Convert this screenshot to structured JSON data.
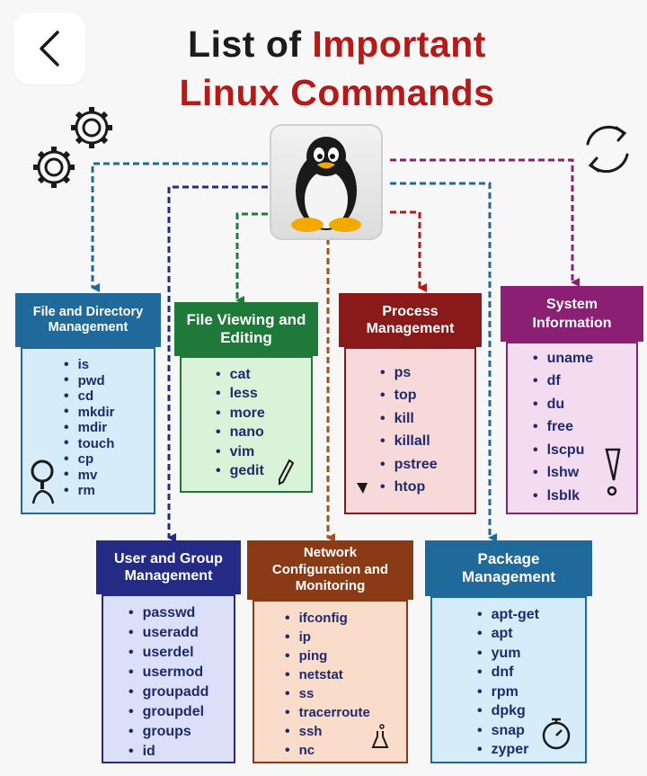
{
  "title": {
    "line1_a": "List of ",
    "line1_b": "Important",
    "line2": "Linux Commands"
  },
  "icons": {
    "back": "chevron-left-icon",
    "gears": "gears-icon",
    "refresh": "refresh-icon",
    "center": "linux-penguin-logo"
  },
  "colors": {
    "title_red": "#b31a1a",
    "file_dir": "#1f6a9a",
    "file_view": "#1f7a3a",
    "process": "#8a1a1a",
    "sysinfo": "#8a1f74",
    "user_group": "#232b85",
    "network": "#8a3b16",
    "package": "#1f6a9a"
  },
  "sections": {
    "file_dir": {
      "title": "File and Directory Management",
      "items": [
        "is",
        "pwd",
        "cd",
        "mkdir",
        "mdir",
        "touch",
        "cp",
        "mv",
        "rm"
      ]
    },
    "file_view": {
      "title": "File Viewing and Editing",
      "items": [
        "cat",
        "less",
        "more",
        "nano",
        "vim",
        "gedit"
      ]
    },
    "process": {
      "title": "Process Management",
      "items": [
        "ps",
        "top",
        "kill",
        "killall",
        "pstree",
        "htop"
      ]
    },
    "sysinfo": {
      "title": "System Information",
      "items": [
        "uname",
        "df",
        "du",
        "free",
        "lscpu",
        "lshw",
        "lsblk"
      ]
    },
    "user_group": {
      "title": "User and Group Management",
      "items": [
        "passwd",
        "useradd",
        "userdel",
        "usermod",
        "groupadd",
        "groupdel",
        "groups",
        "id"
      ]
    },
    "network": {
      "title": "Network Configuration and Monitoring",
      "items": [
        "ifconfig",
        "ip",
        "ping",
        "netstat",
        "ss",
        "tracerroute",
        "ssh",
        "nc"
      ]
    },
    "package": {
      "title": "Package Management",
      "items": [
        "apt-get",
        "apt",
        "yum",
        "dnf",
        "rpm",
        "dpkg",
        "snap",
        "zyper"
      ]
    }
  }
}
